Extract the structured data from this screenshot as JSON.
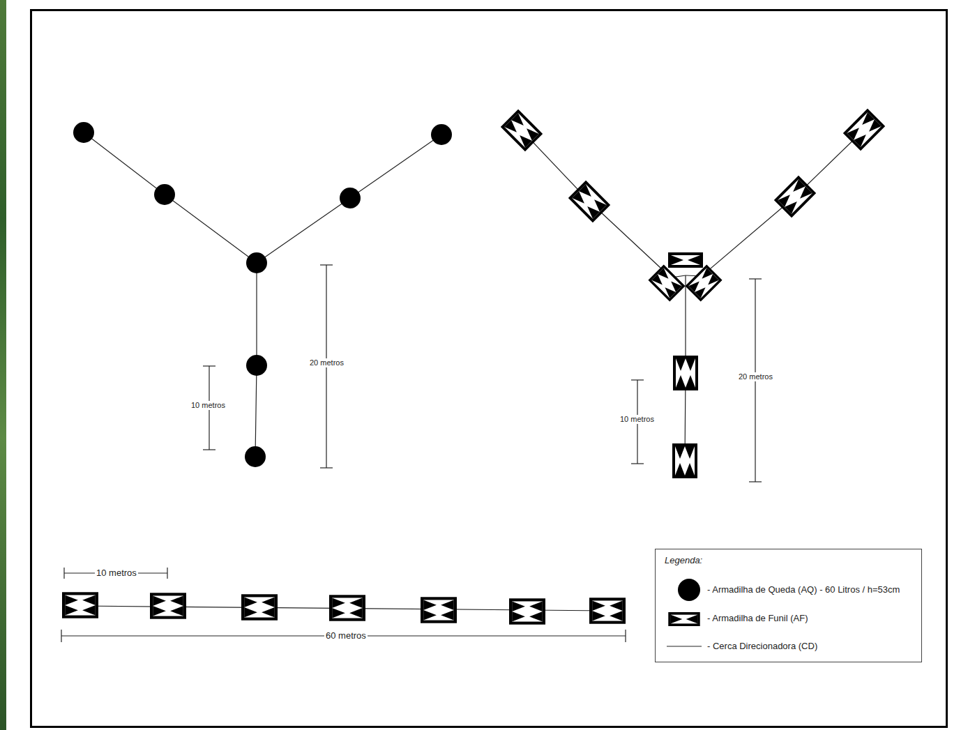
{
  "diagram": {
    "labels": [
      "10 metros",
      "20 metros",
      "10 metros",
      "20 metros",
      "10 metros",
      "60 metros",
      "Legenda:"
    ],
    "legend": [
      {
        "text": "- Armadilha de Queda (AQ) - 60 Litros / h=53cm"
      },
      {
        "text": "- Armadilha de Funil (AF)"
      },
      {
        "text": "- Cerca Direcionadora (CD)"
      }
    ]
  }
}
